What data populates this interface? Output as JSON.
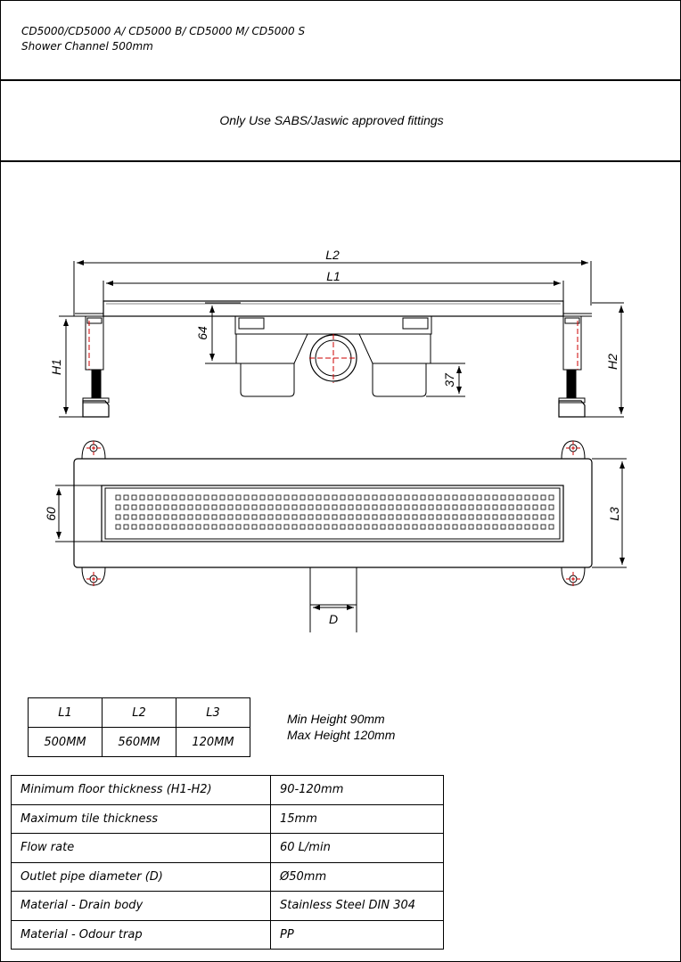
{
  "header": {
    "title_line1": "CD5000/CD5000 A/ CD5000 B/ CD5000 M/ CD5000 S",
    "title_line2": "Shower Channel 500mm"
  },
  "note": "Only Use SABS/Jaswic approved fittings",
  "drawing": {
    "labels": {
      "L2": "L2",
      "L1": "L1",
      "H1": "H1",
      "H2": "H2",
      "dim64": "64",
      "dim37": "37",
      "dim60": "60",
      "L3": "L3",
      "D": "D"
    }
  },
  "heights": {
    "min": "Min Height 90mm",
    "max": "Max Height 120mm"
  },
  "dimension_table": {
    "headers": [
      "L1",
      "L2",
      "L3"
    ],
    "values": [
      "500MM",
      "560MM",
      "120MM"
    ]
  },
  "spec_table": [
    {
      "label": "Minimum floor thickness (H1-H2)",
      "value": "90-120mm"
    },
    {
      "label": "Maximum tile thickness",
      "value": "15mm"
    },
    {
      "label": "Flow rate",
      "value": "60 L/min"
    },
    {
      "label": "Outlet pipe diameter (D)",
      "value": "Ø50mm"
    },
    {
      "label": "Material - Drain body",
      "value": "Stainless Steel DIN 304"
    },
    {
      "label": "Material - Odour trap",
      "value": "PP"
    }
  ]
}
